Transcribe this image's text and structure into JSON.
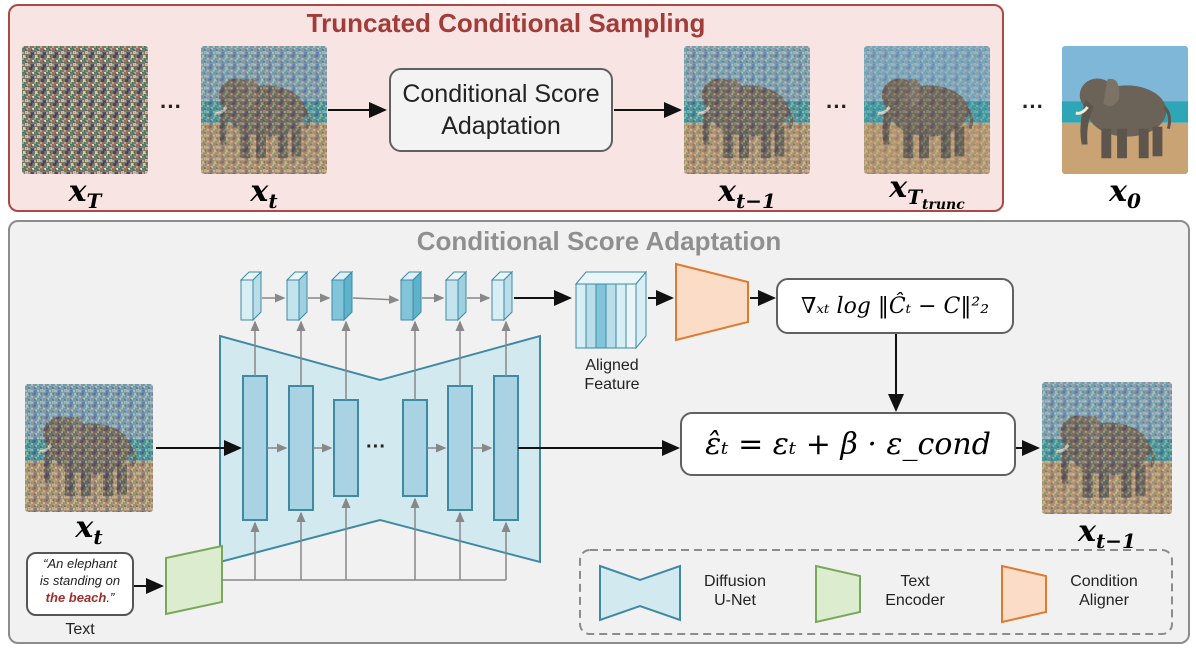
{
  "top_panel": {
    "title": "Truncated Conditional Sampling",
    "box_line1": "Conditional Score",
    "box_line2": "Adaptation",
    "labels": {
      "xT": "x",
      "xT_sub": "T",
      "xt": "x",
      "xt_sub": "t",
      "xtm1": "x",
      "xtm1_sub": "t−1",
      "xtrunc": "x",
      "xtrunc_sub": "T",
      "xtrunc_subsub": "trunc",
      "x0": "x",
      "x0_sub": "0"
    },
    "ellipsis": "···"
  },
  "bottom_panel": {
    "title": "Conditional Score Adaptation",
    "aligned_feature_line1": "Aligned",
    "aligned_feature_line2": "Feature",
    "grad_formula": "∇ₓₜ log ‖Ĉₜ − C‖²₂",
    "eps_formula": "ε̂ₜ = εₜ + β · ε_cond",
    "unet_ellipsis": "···",
    "input_label": "x",
    "input_sub": "t",
    "output_label": "x",
    "output_sub": "t−1",
    "text_prompt_1": "“An elephant",
    "text_prompt_2": "is standing on",
    "text_prompt_3": "the beach",
    "text_prompt_4": ".”",
    "text_caption": "Text"
  },
  "legend": {
    "unet_line1": "Diffusion",
    "unet_line2": "U-Net",
    "encoder_line1": "Text",
    "encoder_line2": "Encoder",
    "aligner_line1": "Condition",
    "aligner_line2": "Aligner"
  },
  "colors": {
    "top_border": "#a94a47",
    "top_fill": "#f8e4e3",
    "bottom_fill": "#f1f1f1",
    "unet_fill": "#d3e9f0",
    "unet_stroke": "#3f8aa3",
    "encoder_fill": "#dceccf",
    "encoder_stroke": "#7aa85a",
    "aligner_fill": "#fbdcc7",
    "aligner_stroke": "#e07a2c",
    "beach_red": "#9c2f2a"
  }
}
